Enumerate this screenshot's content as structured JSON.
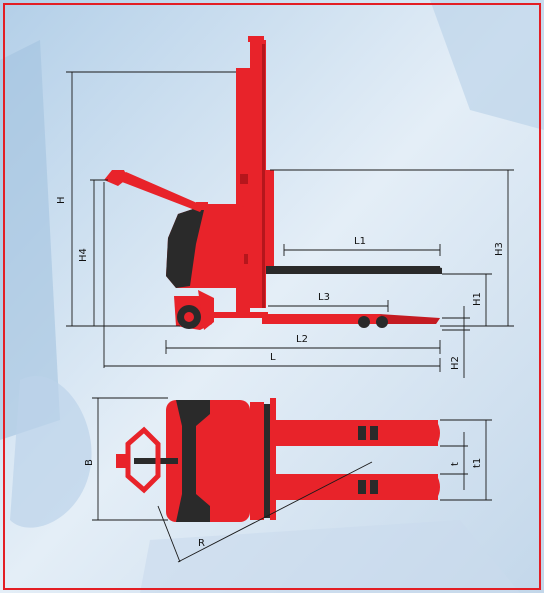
{
  "colors": {
    "frame_border": "#e31e24",
    "truck_red": "#e8232a",
    "truck_dark": "#2a2a2a",
    "background_light": "#dbe8f3",
    "background_blue": "#a9c6e2",
    "dimension_line": "#1a1a1a"
  },
  "labels": {
    "H": "H",
    "H1": "H1",
    "H2": "H2",
    "H3": "H3",
    "H4": "H4",
    "L": "L",
    "L1": "L1",
    "L2": "L2",
    "L3": "L3",
    "B": "B",
    "t": "t",
    "t1": "t1",
    "R": "R"
  }
}
